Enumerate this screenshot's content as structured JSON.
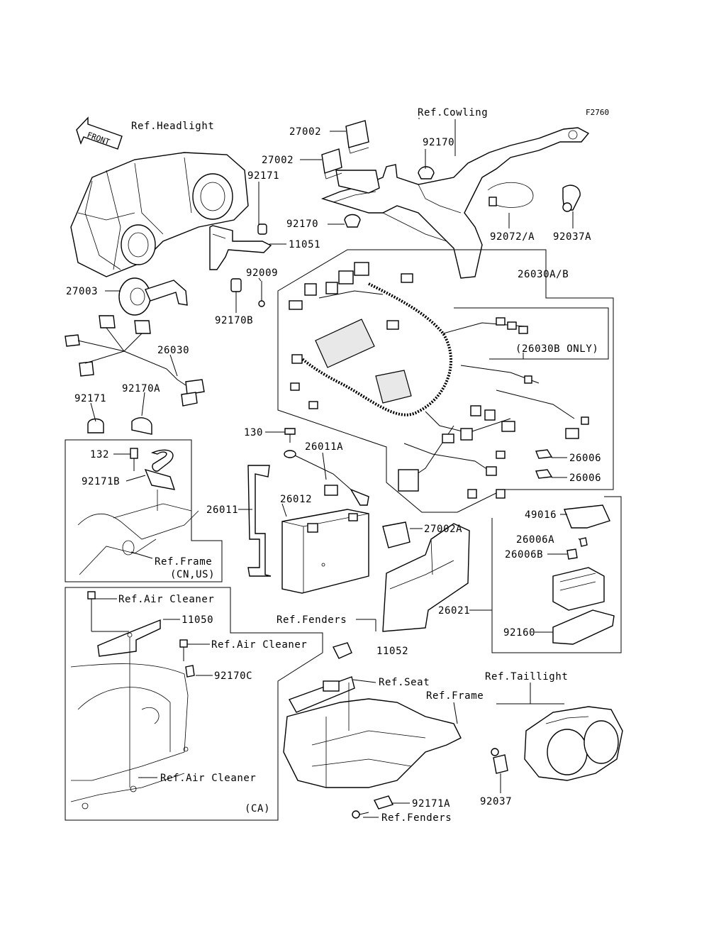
{
  "figure_code": "F2760",
  "labels": {
    "front": "FRONT",
    "ref_headlight": "Ref.Headlight",
    "ref_cowling": "Ref.Cowling",
    "p27002_a": "27002",
    "p27002_b": "27002",
    "p92170_a": "92170",
    "p92170_b": "92170",
    "p92171": "92171",
    "p11051": "11051",
    "p92009": "92009",
    "p92170b": "92170B",
    "p27003": "27003",
    "p92072a": "92072/A",
    "p92037a": "92037A",
    "p26030ab": "26030A/B",
    "p26030b_only": "(26030B ONLY)",
    "p26030": "26030",
    "p92171_b": "92171",
    "p92170a": "92170A",
    "p132": "132",
    "p92171b": "92171B",
    "ref_frame_cn_us": "Ref.Frame",
    "cn_us": "(CN,US)",
    "p130": "130",
    "p26011a": "26011A",
    "p26011": "26011",
    "p26012": "26012",
    "p27002a": "27002A",
    "p26006_a": "26006",
    "p26006_b": "26006",
    "p49016": "49016",
    "p26006a": "26006A",
    "p26006b": "26006B",
    "p26021": "26021",
    "p92160": "92160",
    "ref_fenders_a": "Ref.Fenders",
    "p11052": "11052",
    "ref_air_cleaner_a": "Ref.Air Cleaner",
    "p11050": "11050",
    "ref_air_cleaner_b": "Ref.Air Cleaner",
    "p92170c": "92170C",
    "ref_air_cleaner_c": "Ref.Air Cleaner",
    "ca": "(CA)",
    "ref_seat": "Ref.Seat",
    "ref_taillight": "Ref.Taillight",
    "ref_frame": "Ref.Frame",
    "p92037": "92037",
    "p92171a": "92171A",
    "ref_fenders_b": "Ref.Fenders"
  }
}
